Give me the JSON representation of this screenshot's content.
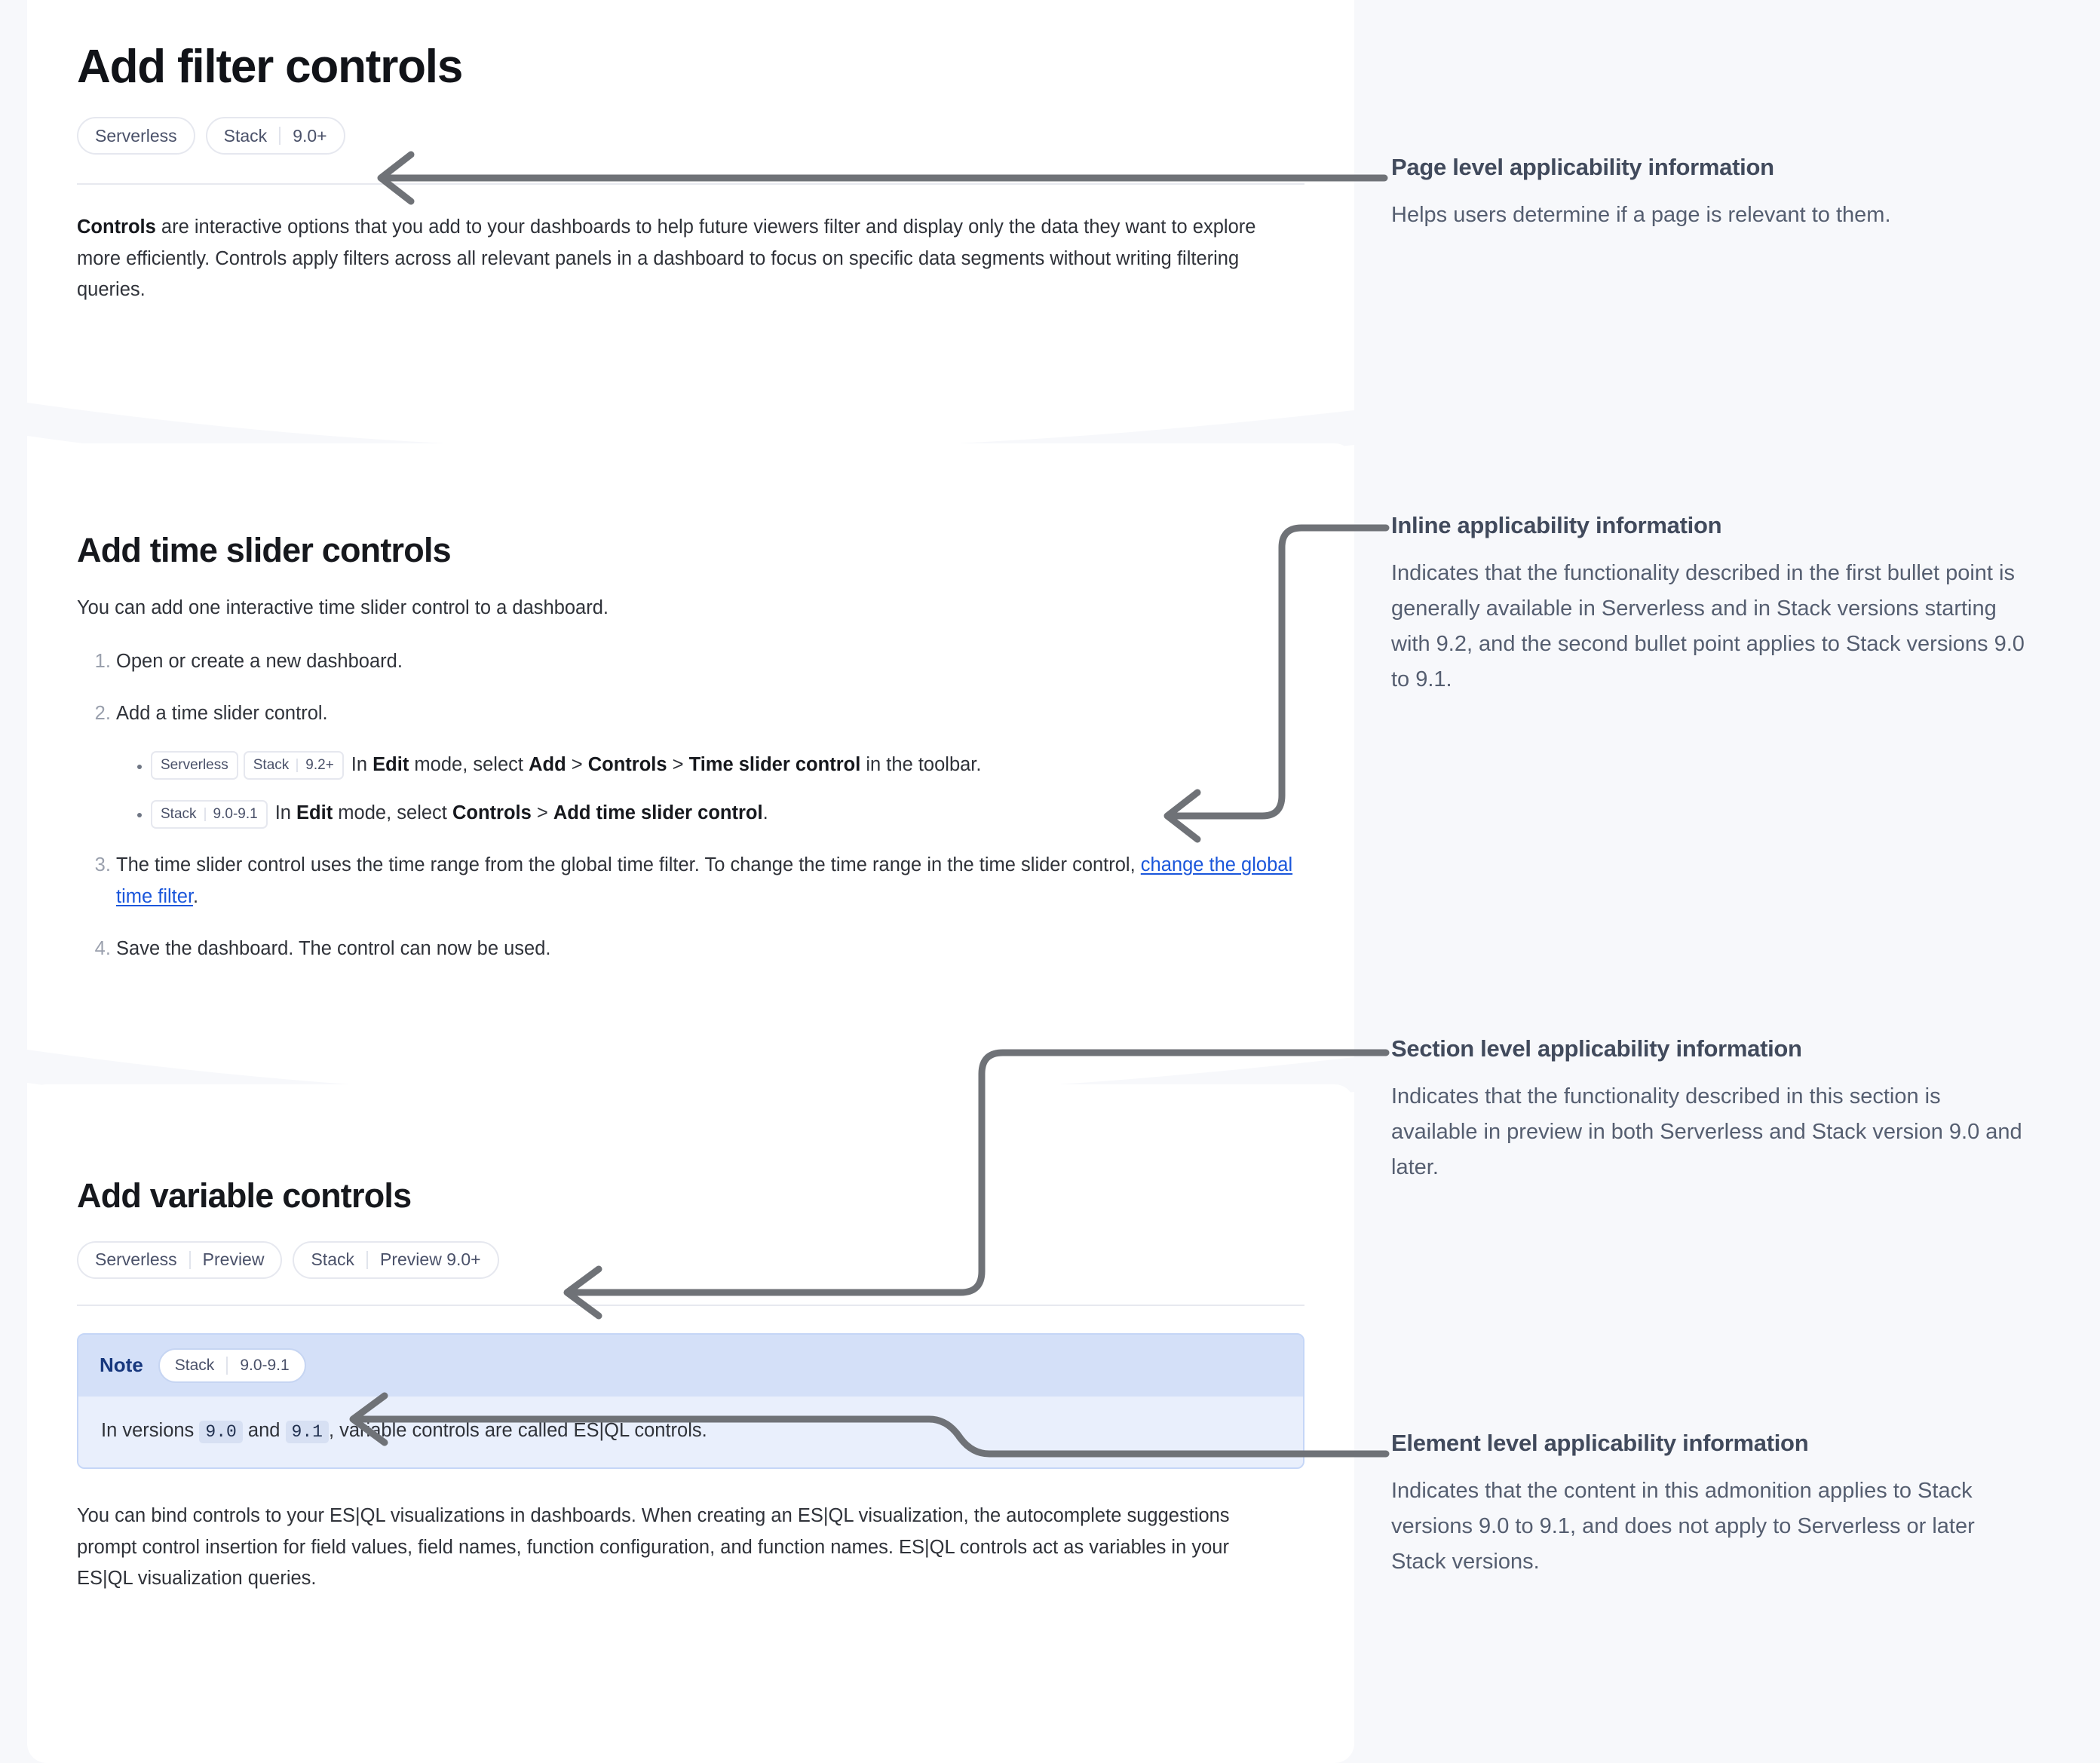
{
  "doc": {
    "page_title": "Add filter controls",
    "page_badges": [
      {
        "name": "Serverless",
        "version": ""
      },
      {
        "name": "Stack",
        "version": "9.0+"
      }
    ],
    "intro": {
      "lead": "Controls",
      "rest": " are interactive options that you add to your dashboards to help future viewers filter and display only the data they want to explore more efficiently. Controls apply filters across all relevant panels in a dashboard to focus on specific data segments without writing filtering queries."
    },
    "section_time": {
      "title": "Add time slider controls",
      "intro": "You can add one interactive time slider control to a dashboard.",
      "steps": [
        {
          "text": "Open or create a new dashboard."
        },
        {
          "text": "Add a time slider control."
        },
        {
          "text_a": "The time slider control uses the time range from the global time filter. To change the time range in the time slider control, ",
          "link": "change the global time filter",
          "text_b": "."
        },
        {
          "text": "Save the dashboard. The control can now be used."
        }
      ],
      "bullets": [
        {
          "badges": [
            {
              "name": "Serverless",
              "version": ""
            },
            {
              "name": "Stack",
              "version": "9.2+"
            }
          ],
          "parts": [
            {
              "t": "In ",
              "b": false
            },
            {
              "t": "Edit",
              "b": true
            },
            {
              "t": " mode, select ",
              "b": false
            },
            {
              "t": "Add",
              "b": true
            },
            {
              "t": " > ",
              "b": false
            },
            {
              "t": "Controls",
              "b": true
            },
            {
              "t": " > ",
              "b": false
            },
            {
              "t": "Time slider control",
              "b": true
            },
            {
              "t": " in the toolbar.",
              "b": false
            }
          ]
        },
        {
          "badges": [
            {
              "name": "Stack",
              "version": "9.0-9.1"
            }
          ],
          "parts": [
            {
              "t": "In ",
              "b": false
            },
            {
              "t": "Edit",
              "b": true
            },
            {
              "t": " mode, select ",
              "b": false
            },
            {
              "t": "Controls",
              "b": true
            },
            {
              "t": " > ",
              "b": false
            },
            {
              "t": "Add time slider control",
              "b": true
            },
            {
              "t": ".",
              "b": false
            }
          ]
        }
      ]
    },
    "section_variable": {
      "title": "Add variable controls",
      "badges": [
        {
          "name": "Serverless",
          "version": "Preview"
        },
        {
          "name": "Stack",
          "version": "Preview 9.0+"
        }
      ],
      "note": {
        "label": "Note",
        "badge": {
          "name": "Stack",
          "version": "9.0-9.1"
        },
        "body_a": "In versions ",
        "code_1": "9.0",
        "body_b": " and ",
        "code_2": "9.1",
        "body_c": ", variable controls are called ES|QL controls."
      },
      "paragraph": "You can bind controls to your ES|QL visualizations in dashboards. When creating an ES|QL visualization, the autocomplete suggestions prompt control insertion for field values, field names, function configuration, and function names. ES|QL controls act as variables in your ES|QL visualization queries."
    }
  },
  "annotations": [
    {
      "id": "page",
      "title": "Page level applicability information",
      "body": "Helps users determine if a page is relevant to them."
    },
    {
      "id": "inline",
      "title": "Inline applicability information",
      "body": "Indicates that the functionality described in the first bullet point is generally available in Serverless and in Stack versions starting with 9.2, and the second bullet point applies to Stack versions 9.0 to 9.1."
    },
    {
      "id": "section",
      "title": "Section level applicability information",
      "body": "Indicates that the functionality described in this section is available in preview in both Serverless and Stack version 9.0 and later."
    },
    {
      "id": "element",
      "title": "Element level applicability information",
      "body": "Indicates that the content in this admonition applies to Stack versions 9.0 to 9.1, and does not apply to Serverless or later Stack versions."
    }
  ],
  "colors": {
    "page_background": "#f7f8fb",
    "panel_background": "#ffffff",
    "badge_text": "#4a5169",
    "badge_border": "#e6e8ef",
    "link": "#1a56db",
    "connector": "#6f7277",
    "note_header": "#d4e0f8",
    "note_body": "#e9effc",
    "note_label": "#17377d",
    "anno_title": "#414a5c",
    "anno_body": "#555e70"
  }
}
